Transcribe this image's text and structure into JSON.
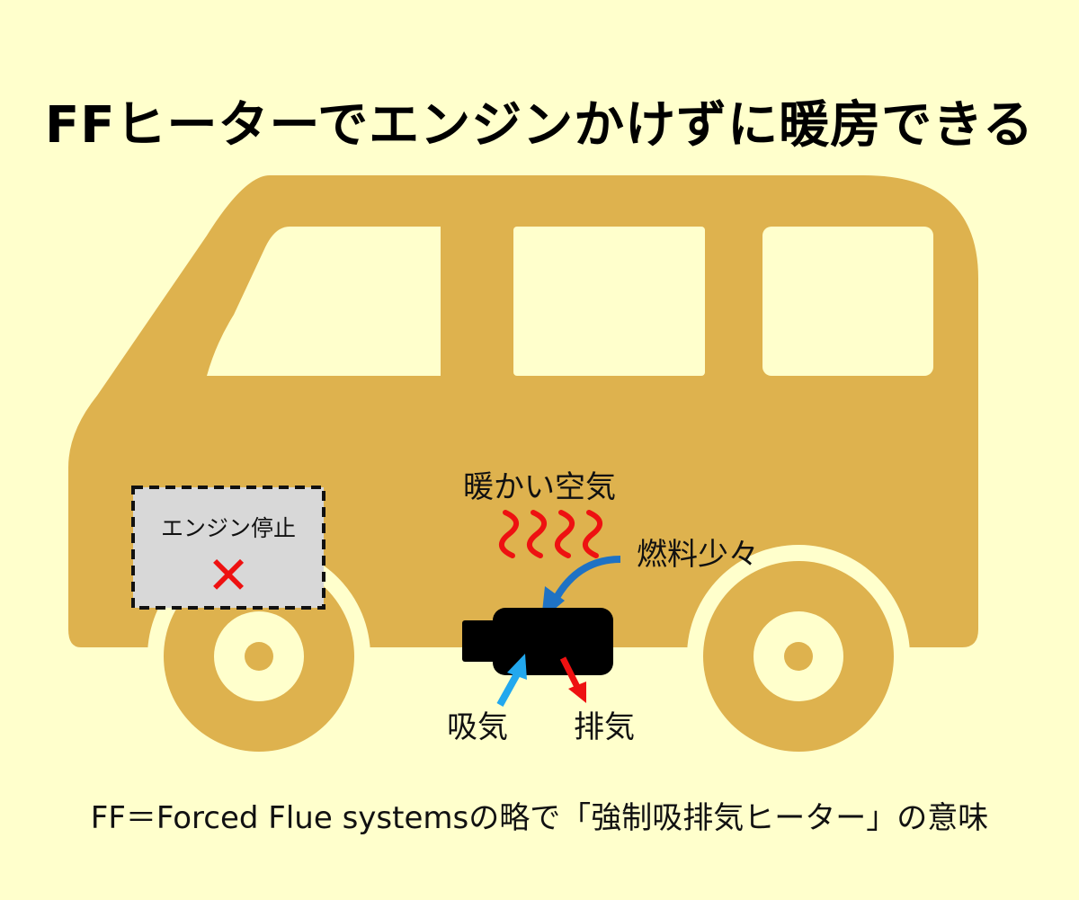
{
  "title": "FFヒーターでエンジンかけずに暖房できる",
  "labels": {
    "warm_air": "暖かい空気",
    "fuel": "燃料少々",
    "intake": "吸気",
    "exhaust": "排気",
    "engine_stopped": "エンジン停止",
    "stop_mark": "✕"
  },
  "footnote": "FF＝Forced Flue systemsの略で「強制吸排気ヒーター」の意味",
  "colors": {
    "background": "#ffffcc",
    "vehicle": "#deb24e",
    "heat_waves": "#ee1111",
    "fuel_arrow": "#1f72c4",
    "intake_arrow": "#22a8ee",
    "exhaust_arrow": "#ee1111",
    "heater_body": "#000000",
    "engine_box_fill": "#d8d8d8"
  }
}
